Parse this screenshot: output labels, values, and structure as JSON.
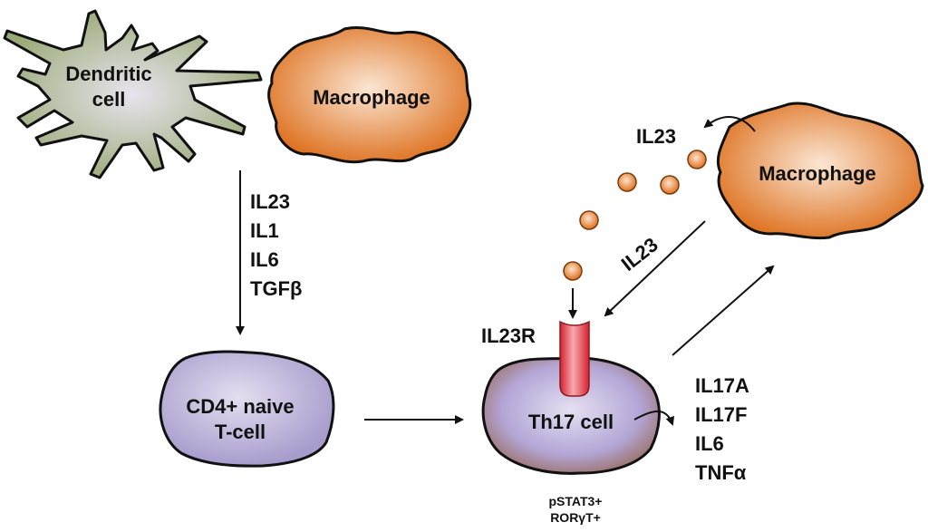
{
  "cells": {
    "dendritic": {
      "line1": "Dendritic",
      "line2": "cell"
    },
    "macrophage_top": {
      "label": "Macrophage"
    },
    "macrophage_right": {
      "label": "Macrophage"
    },
    "cd4": {
      "line1": "CD4+ naive",
      "line2": "T-cell"
    },
    "th17": {
      "label": "Th17 cell",
      "markers": [
        "pSTAT3+",
        "RORγT+"
      ]
    }
  },
  "cytokines_in": [
    "IL23",
    "IL1",
    "IL6",
    "TGFβ"
  ],
  "cytokines_out": [
    "IL17A",
    "IL17F",
    "IL6",
    "TNFα"
  ],
  "il23_top": "IL23",
  "il23_diag": "IL23",
  "receptor": "IL23R",
  "colors": {
    "dendritic": "#9fae7e",
    "macrophage": "#e0782a",
    "tcell": "#b7aedb",
    "th17_edge": "#9c7166",
    "receptor": "#e2343f",
    "particle": "#e07a2a"
  }
}
